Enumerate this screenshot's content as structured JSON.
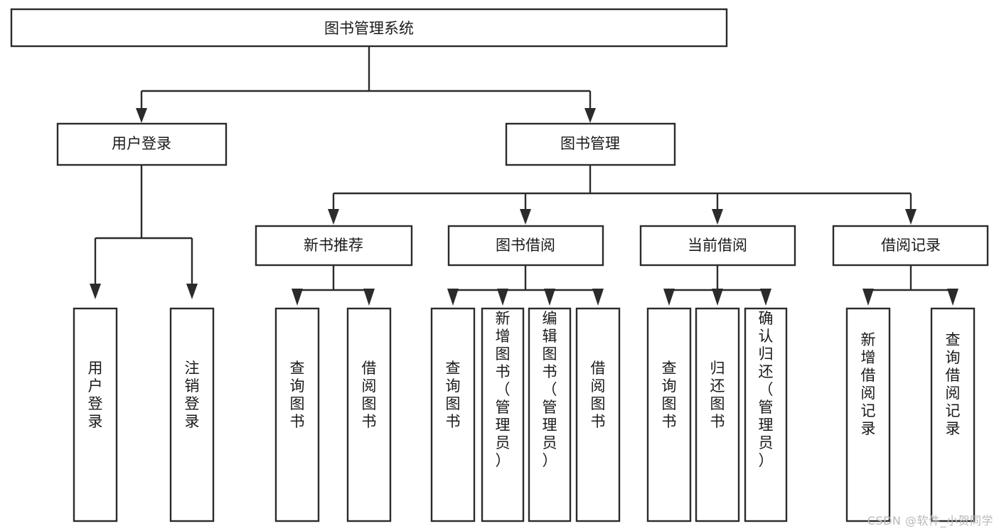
{
  "diagram": {
    "type": "tree",
    "title": "图书管理系统",
    "watermark": "CSDN @软件_小贺同学",
    "colors": {
      "stroke": "#2b2b2b",
      "fill": "#ffffff",
      "text": "#1a1a1a",
      "watermark": "#b9b9b9"
    },
    "root": {
      "id": "root",
      "label": "图书管理系统"
    },
    "level2": [
      {
        "id": "user-login",
        "label": "用户登录"
      },
      {
        "id": "book-manage",
        "label": "图书管理"
      }
    ],
    "level3": [
      {
        "id": "new-book-recommend",
        "label": "新书推荐",
        "parent": "book-manage"
      },
      {
        "id": "book-borrow",
        "label": "图书借阅",
        "parent": "book-manage"
      },
      {
        "id": "current-borrow",
        "label": "当前借阅",
        "parent": "book-manage"
      },
      {
        "id": "borrow-record",
        "label": "借阅记录",
        "parent": "book-manage"
      }
    ],
    "leaves": [
      {
        "id": "leaf-user-login",
        "label": "用户登录",
        "parent": "user-login"
      },
      {
        "id": "leaf-logout-login",
        "label": "注销登录",
        "parent": "user-login"
      },
      {
        "id": "leaf-query-book-1",
        "label": "查询图书",
        "parent": "new-book-recommend"
      },
      {
        "id": "leaf-borrow-book-1",
        "label": "借阅图书",
        "parent": "new-book-recommend"
      },
      {
        "id": "leaf-query-book-2",
        "label": "查询图书",
        "parent": "book-borrow"
      },
      {
        "id": "leaf-add-book-admin",
        "label": "新增图书（管理员）",
        "parent": "book-borrow"
      },
      {
        "id": "leaf-edit-book-admin",
        "label": "编辑图书（管理员）",
        "parent": "book-borrow"
      },
      {
        "id": "leaf-borrow-book-2",
        "label": "借阅图书",
        "parent": "book-borrow"
      },
      {
        "id": "leaf-query-book-3",
        "label": "查询图书",
        "parent": "current-borrow"
      },
      {
        "id": "leaf-return-book",
        "label": "归还图书",
        "parent": "current-borrow"
      },
      {
        "id": "leaf-confirm-return-admin",
        "label": "确认归还（管理员）",
        "parent": "current-borrow"
      },
      {
        "id": "leaf-add-borrow-record",
        "label": "新增借阅记录",
        "parent": "borrow-record"
      },
      {
        "id": "leaf-query-borrow-record",
        "label": "查询借阅记录",
        "parent": "borrow-record"
      }
    ]
  }
}
